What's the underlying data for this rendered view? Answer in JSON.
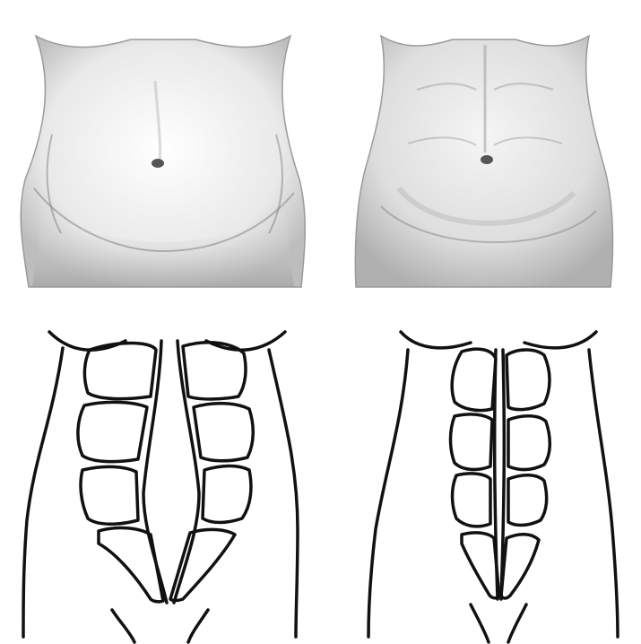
{
  "figure": {
    "panels": [
      {
        "id": "top-left",
        "kind": "shaded-sketch",
        "subject": "abdomen-with-separated-muscles"
      },
      {
        "id": "top-right",
        "kind": "shaded-sketch",
        "subject": "abdomen-with-normal-muscles"
      },
      {
        "id": "bottom-left",
        "kind": "line-diagram",
        "subject": "rectus-abdominis-separated"
      },
      {
        "id": "bottom-right",
        "kind": "line-diagram",
        "subject": "rectus-abdominis-normal"
      }
    ],
    "colors": {
      "ink": "#111111",
      "shade": "#8a8a8a",
      "paper": "#ffffff"
    }
  }
}
